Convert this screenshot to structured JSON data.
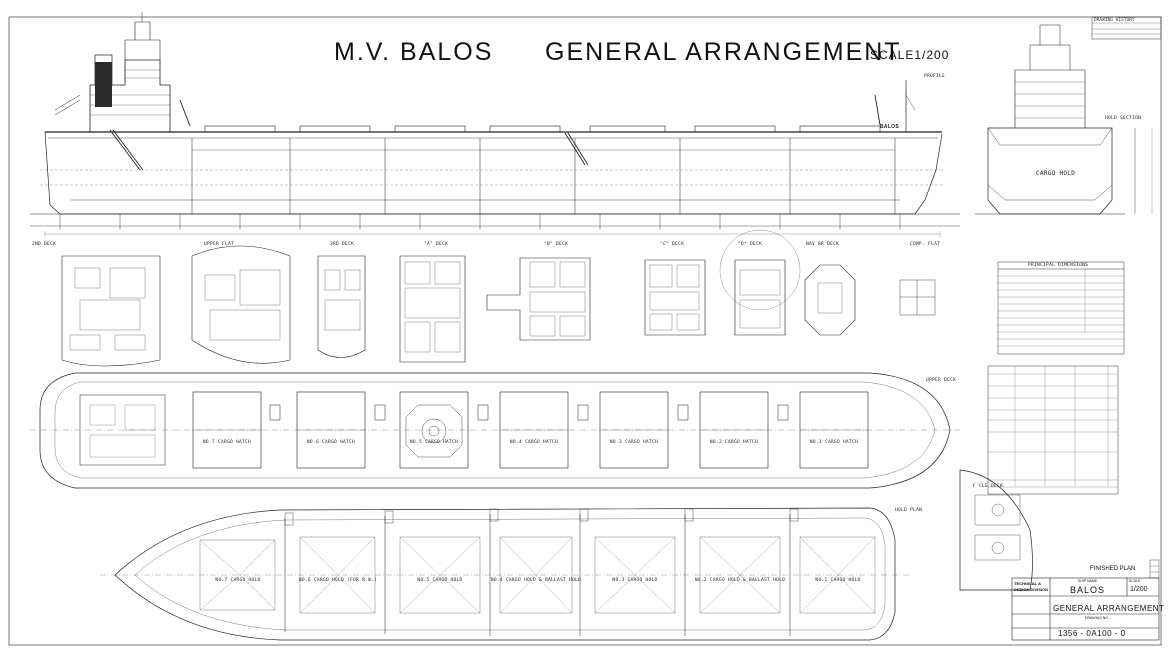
{
  "drawing": {
    "ship_name": "M.V. BALOS",
    "title": "GENERAL ARRANGEMENT",
    "scale": "SCALE1/200"
  },
  "stamp": {
    "finished_plan": "FINISHED PLAN"
  },
  "title_block": {
    "division_line1": "TECHNICAL &",
    "division_line2": "DESIGN DIVISION",
    "ship_label": "SHIP NAME",
    "ship_name": "BALOS",
    "drawing_title": "GENERAL ARRANGEMENT",
    "drawing_no_label": "DRAWING NO.",
    "drawing_no": "1356 - 0A100 - 0",
    "scale_label": "SCALE",
    "scale_value": "1/200"
  },
  "drawing_history": {
    "title": "DRAWING HISTORY"
  },
  "view_labels": {
    "profile": "PROFILE",
    "hold_section": "HOLD SECTION",
    "cargo_hold": "CARGO HOLD",
    "upper_deck": "UPPER DECK",
    "hold_plan": "HOLD PLAN",
    "fcle_deck": "F'CLE DECK",
    "principal_dimensions": "PRINCIPAL DIMENSIONS",
    "bow_name": "BALOS",
    "deck_views": [
      "2ND DECK",
      "UPPER FLAT",
      "3RD DECK",
      "\"A\" DECK",
      "\"B\" DECK",
      "\"C\" DECK",
      "\"D\" DECK",
      "NAV BR DECK",
      "COMP. FLAT"
    ]
  },
  "hatches": [
    "NO.7 CARGO HATCH",
    "NO.6 CARGO HATCH",
    "NO.5 CARGO HATCH",
    "NO.4 CARGO HATCH",
    "NO.3 CARGO HATCH",
    "NO.2 CARGO HATCH",
    "NO.1 CARGO HATCH"
  ],
  "holds": [
    "NO.7 CARGO HOLD",
    "NO.6 CARGO HOLD (FOR B.W.)",
    "NO.5 CARGO HOLD",
    "NO.4 CARGO HOLD & BALLAST HOLD",
    "NO.3 CARGO HOLD",
    "NO.2 CARGO HOLD & BALLAST HOLD",
    "NO.1 CARGO HOLD"
  ]
}
